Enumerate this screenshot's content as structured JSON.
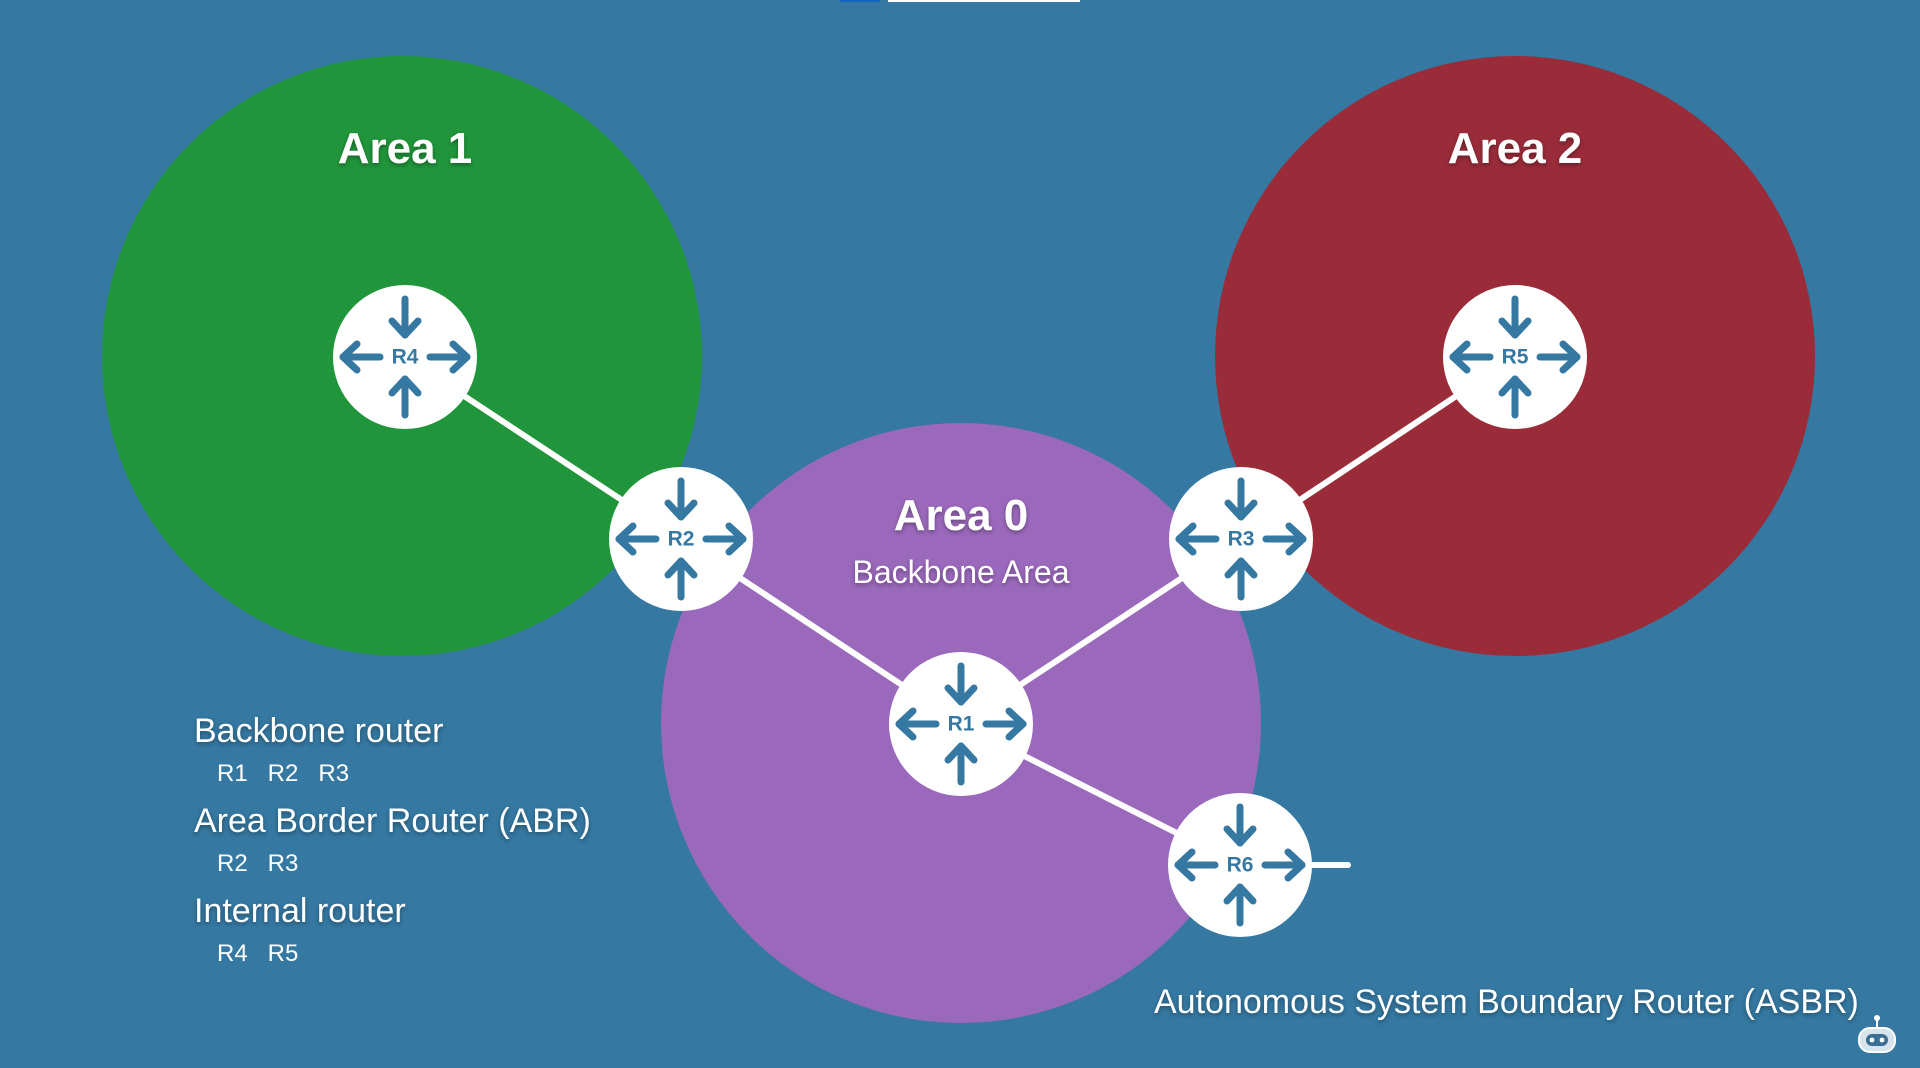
{
  "colors": {
    "background": "#3578a1",
    "area1": "#21953b",
    "area2": "#9a2c3a",
    "area0": "#9b69bc",
    "router_fill": "#ffffff",
    "router_icon": "#3578a1",
    "link": "#ffffff",
    "top_bar": "#1565c0"
  },
  "areas": {
    "area1": {
      "title": "Area 1"
    },
    "area2": {
      "title": "Area 2"
    },
    "area0": {
      "title": "Area 0",
      "subtitle": "Backbone Area"
    }
  },
  "routers": {
    "r1": {
      "label": "R1"
    },
    "r2": {
      "label": "R2"
    },
    "r3": {
      "label": "R3"
    },
    "r4": {
      "label": "R4"
    },
    "r5": {
      "label": "R5"
    },
    "r6": {
      "label": "R6"
    }
  },
  "links": [
    [
      "r4",
      "r2"
    ],
    [
      "r2",
      "r1"
    ],
    [
      "r1",
      "r3"
    ],
    [
      "r3",
      "r5"
    ],
    [
      "r1",
      "r6"
    ]
  ],
  "legend": {
    "backbone": {
      "heading": "Backbone router",
      "items": "R1   R2   R3"
    },
    "abr": {
      "heading": "Area Border Router (ABR)",
      "items": "R2   R3"
    },
    "internal": {
      "heading": "Internal router",
      "items": "R4   R5"
    }
  },
  "asbr": {
    "label": "Autonomous System Boundary Router (ASBR)"
  },
  "icons": {
    "router": "router-arrows-icon",
    "assistant": "robot-assistant-icon"
  }
}
